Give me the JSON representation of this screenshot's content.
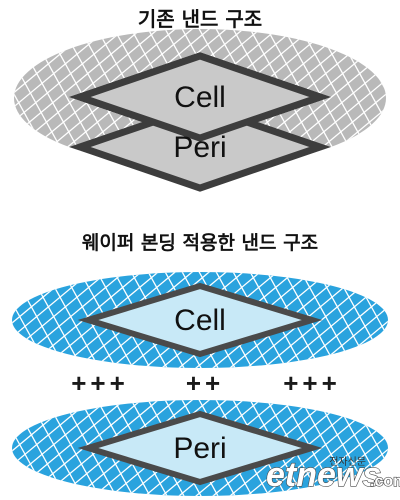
{
  "top_section": {
    "title": "기존 낸드 구조",
    "cell_label": "Cell",
    "peri_label": "Peri",
    "colors": {
      "wafer_fill": "#b9b9b9",
      "wafer_grid": "#ffffff",
      "chip_fill": "#c9c9c9",
      "chip_stroke": "#3d3d3d"
    }
  },
  "bottom_section": {
    "title": "웨이퍼 본딩 적용한 낸드 구조",
    "cell_label": "Cell",
    "peri_label": "Peri",
    "bonding_marks": [
      "+++",
      "++",
      "+++"
    ],
    "colors": {
      "wafer_fill": "#2aa3de",
      "wafer_grid": "#ffffff",
      "chip_fill": "#c8e9f7",
      "chip_stroke": "#4a4a4a"
    }
  },
  "watermark": {
    "logo_text": "etnews",
    "suffix": ".com",
    "small_text": "전자신문"
  }
}
